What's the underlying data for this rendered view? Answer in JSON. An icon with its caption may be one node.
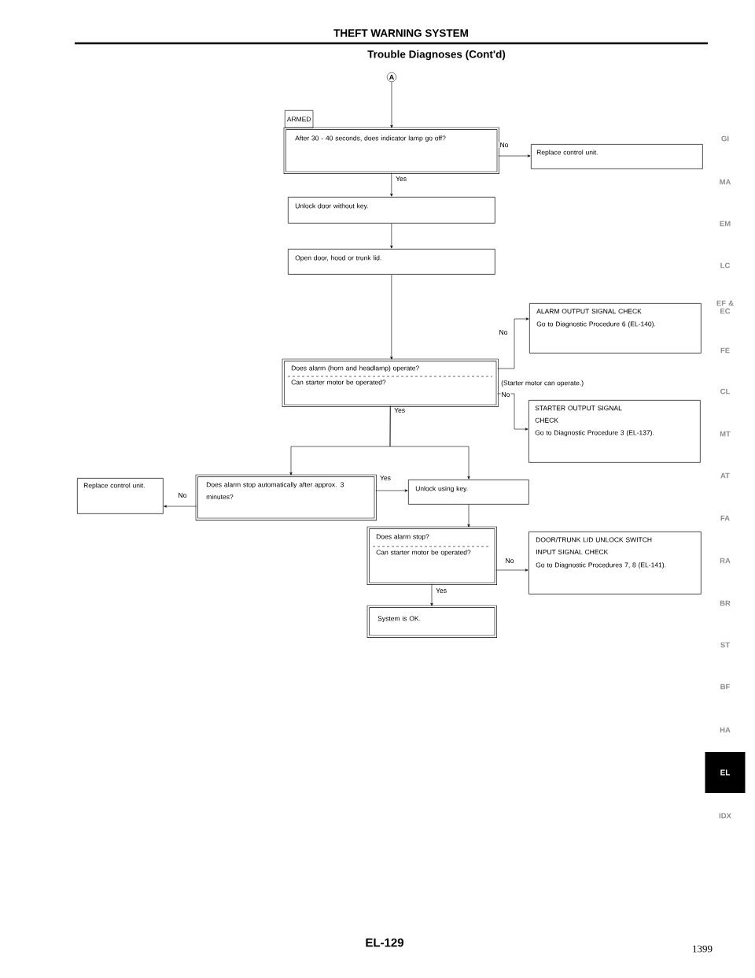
{
  "diagram": {
    "title": "THEFT WARNING SYSTEM",
    "nodes": [
      {
        "text": [
          "A"
        ]
      },
      {
        "text": [
          "ARMED",
          "After 30 - 40 seconds, does indicator lamp go off?"
        ]
      },
      {
        "text": [
          "Replace control unit."
        ]
      },
      {
        "text": [
          "Unlock door without key."
        ]
      },
      {
        "text": [
          "Open door, hood or trunk lid."
        ]
      },
      {
        "text": [
          "ALARM OUTPUT SIGNAL CHECK",
          "Go to Diagnostic Procedure 6 (EL-140)."
        ]
      },
      {
        "text": [
          "Does alarm (horn and headlamp) operate?",
          "Can starter motor be operated?"
        ]
      },
      {
        "text": [
          "STARTER OUTPUT SIGNAL CHECK",
          "Go to Diagnostic Procedure 3 (EL-137)."
        ]
      },
      {
        "text": [
          "Replace control unit."
        ]
      },
      {
        "text": [
          "Does alarm stop automatically after approx. 3 minutes?"
        ]
      },
      {
        "text": [
          "Unlock using key."
        ]
      },
      {
        "text": [
          "Does alarm stop?",
          "Can starter motor be operated?"
        ]
      },
      {
        "text": [
          "DOOR/TRUNK LID UNLOCK SWITCH INPUT SIGNAL CHECK",
          "Go to Diagnostic Procedures 7, 8 (EL-141)."
        ]
      },
      {
        "text": [
          "System is OK."
        ]
      }
    ],
    "edges": [
      {
        "from": 0,
        "to": 1,
        "arrow": "to"
      },
      {
        "from": 1,
        "to": 2,
        "arrow": "to",
        "label": "No"
      },
      {
        "from": 1,
        "to": 3,
        "arrow": "to",
        "label": "Yes"
      },
      {
        "from": 3,
        "to": 4,
        "arrow": "to"
      },
      {
        "from": 4,
        "to": 6,
        "arrow": "to"
      },
      {
        "from": 6,
        "to": 5,
        "arrow": "to",
        "label": "No"
      },
      {
        "from": 6,
        "to": 7,
        "arrow": "to",
        "label": "No"
      },
      {
        "from": 6,
        "to": 9,
        "arrow": "to",
        "label": "Yes"
      },
      {
        "from": 6,
        "to": 10,
        "arrow": "to"
      },
      {
        "from": 9,
        "to": 8,
        "arrow": "to",
        "label": "No"
      },
      {
        "from": 9,
        "to": 10,
        "arrow": "to",
        "label": "Yes"
      },
      {
        "from": 10,
        "to": 11,
        "arrow": "to"
      },
      {
        "from": 11,
        "to": 12,
        "arrow": "to",
        "label": "No"
      },
      {
        "from": 11,
        "to": 13,
        "arrow": "to",
        "label": "Yes"
      }
    ],
    "labels": [
      "Trouble Diagnoses (Cont'd)",
      "(Starter motor can operate.)",
      "GI",
      "MA",
      "EM",
      "LC",
      "EF & EC",
      "FE",
      "CL",
      "MT",
      "AT",
      "FA",
      "RA",
      "BR",
      "ST",
      "BF",
      "HA",
      "EL",
      "IDX",
      "EL-129",
      "1399"
    ]
  }
}
